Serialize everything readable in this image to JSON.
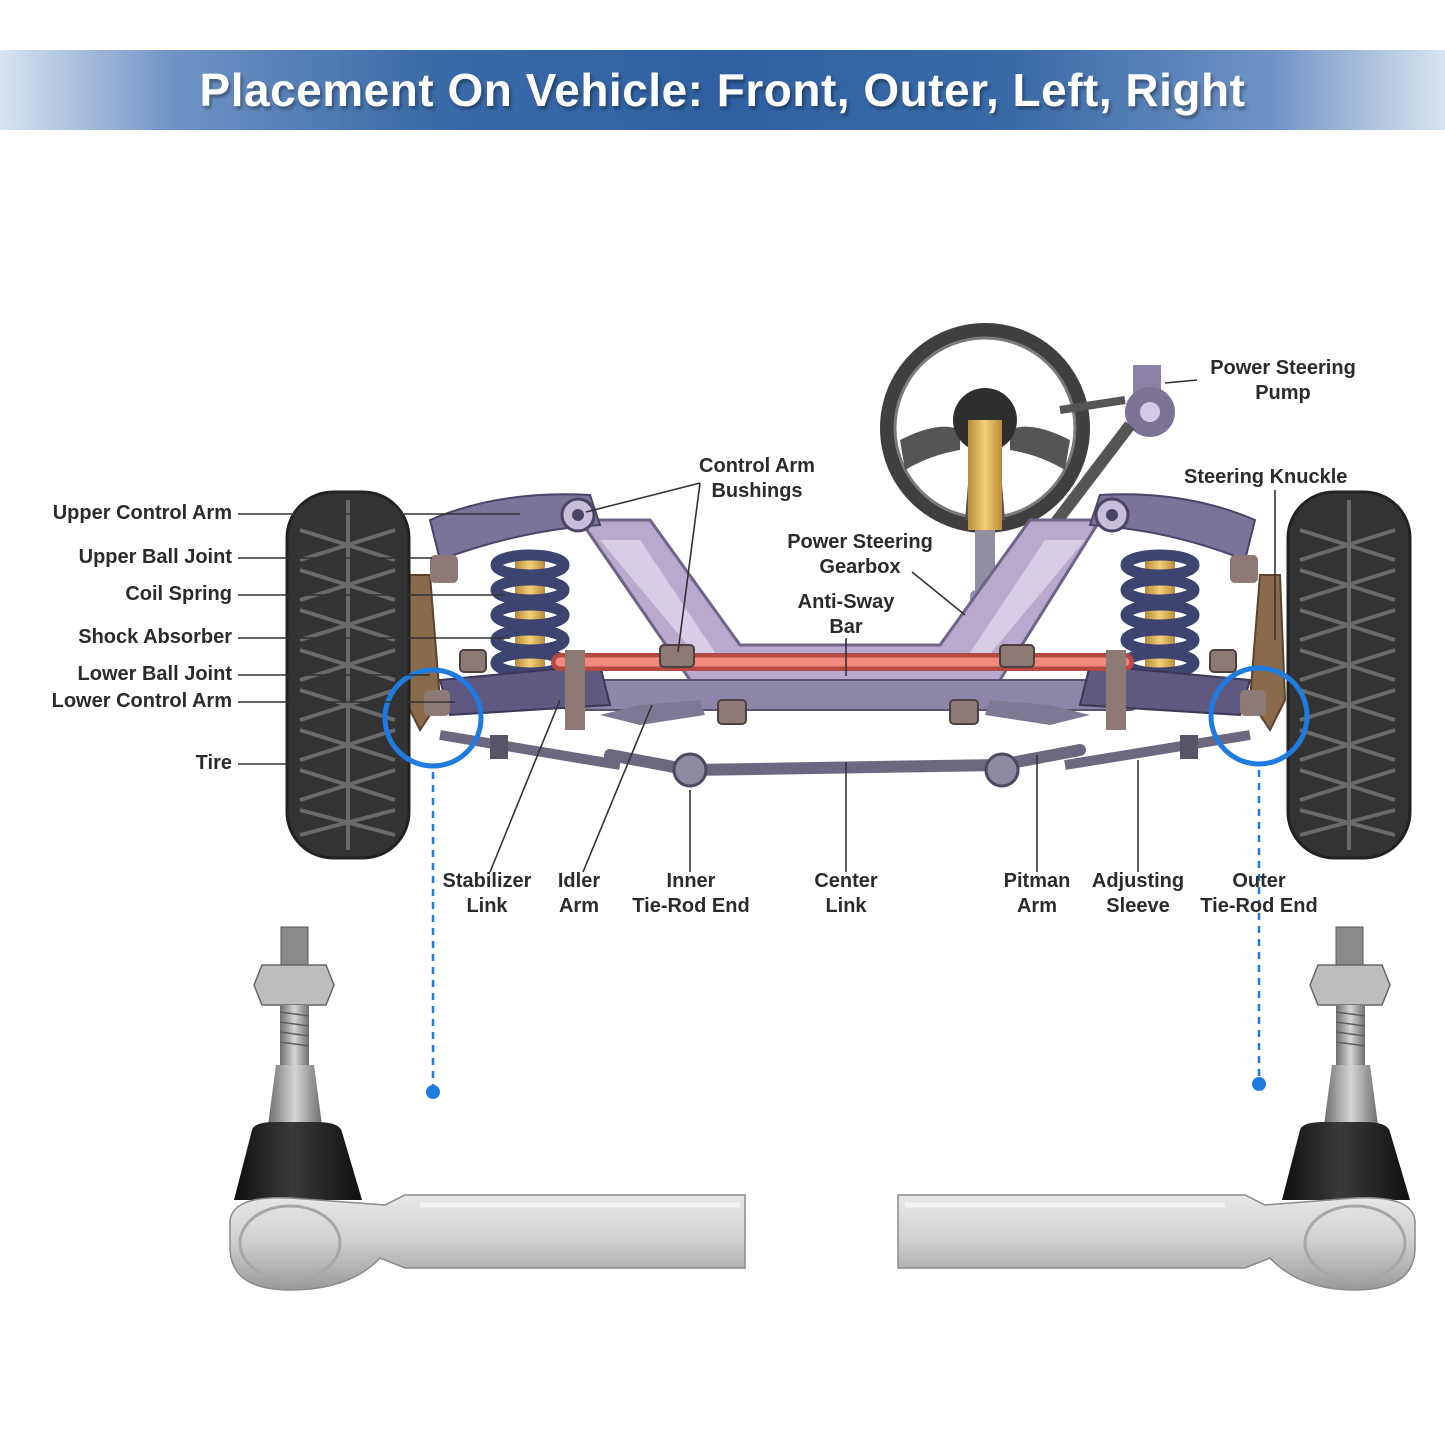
{
  "banner": {
    "title": "Placement On Vehicle: Front, Outer, Left, Right"
  },
  "labels": {
    "upper_control_arm": "Upper Control Arm",
    "upper_ball_joint": "Upper Ball Joint",
    "coil_spring": "Coil Spring",
    "shock_absorber": "Shock Absorber",
    "lower_ball_joint": "Lower Ball Joint",
    "lower_control_arm": "Lower Control Arm",
    "tire": "Tire",
    "control_arm_bushings": [
      "Control Arm",
      "Bushings"
    ],
    "power_steering_gearbox": [
      "Power Steering",
      "Gearbox"
    ],
    "anti_sway_bar": [
      "Anti-Sway",
      "Bar"
    ],
    "power_steering_pump": [
      "Power Steering",
      "Pump"
    ],
    "steering_knuckle": "Steering Knuckle",
    "stabilizer_link": [
      "Stabilizer",
      "Link"
    ],
    "idler_arm": [
      "Idler",
      "Arm"
    ],
    "inner_tie_rod_end": [
      "Inner",
      "Tie-Rod End"
    ],
    "center_link": [
      "Center",
      "Link"
    ],
    "pitman_arm": [
      "Pitman",
      "Arm"
    ],
    "adjusting_sleeve": [
      "Adjusting",
      "Sleeve"
    ],
    "outer_tie_rod_end": [
      "Outer",
      "Tie-Rod End"
    ]
  },
  "colors": {
    "banner_blue": "#2f60a2",
    "highlight_blue": "#1e7be0",
    "frame_lavender": "#b9a9cf",
    "sway_bar_red": "#e86a5e",
    "tire_dark": "#3a3a3a",
    "part_silver": "#c9c9c9",
    "boot_black": "#1c1c1c"
  }
}
